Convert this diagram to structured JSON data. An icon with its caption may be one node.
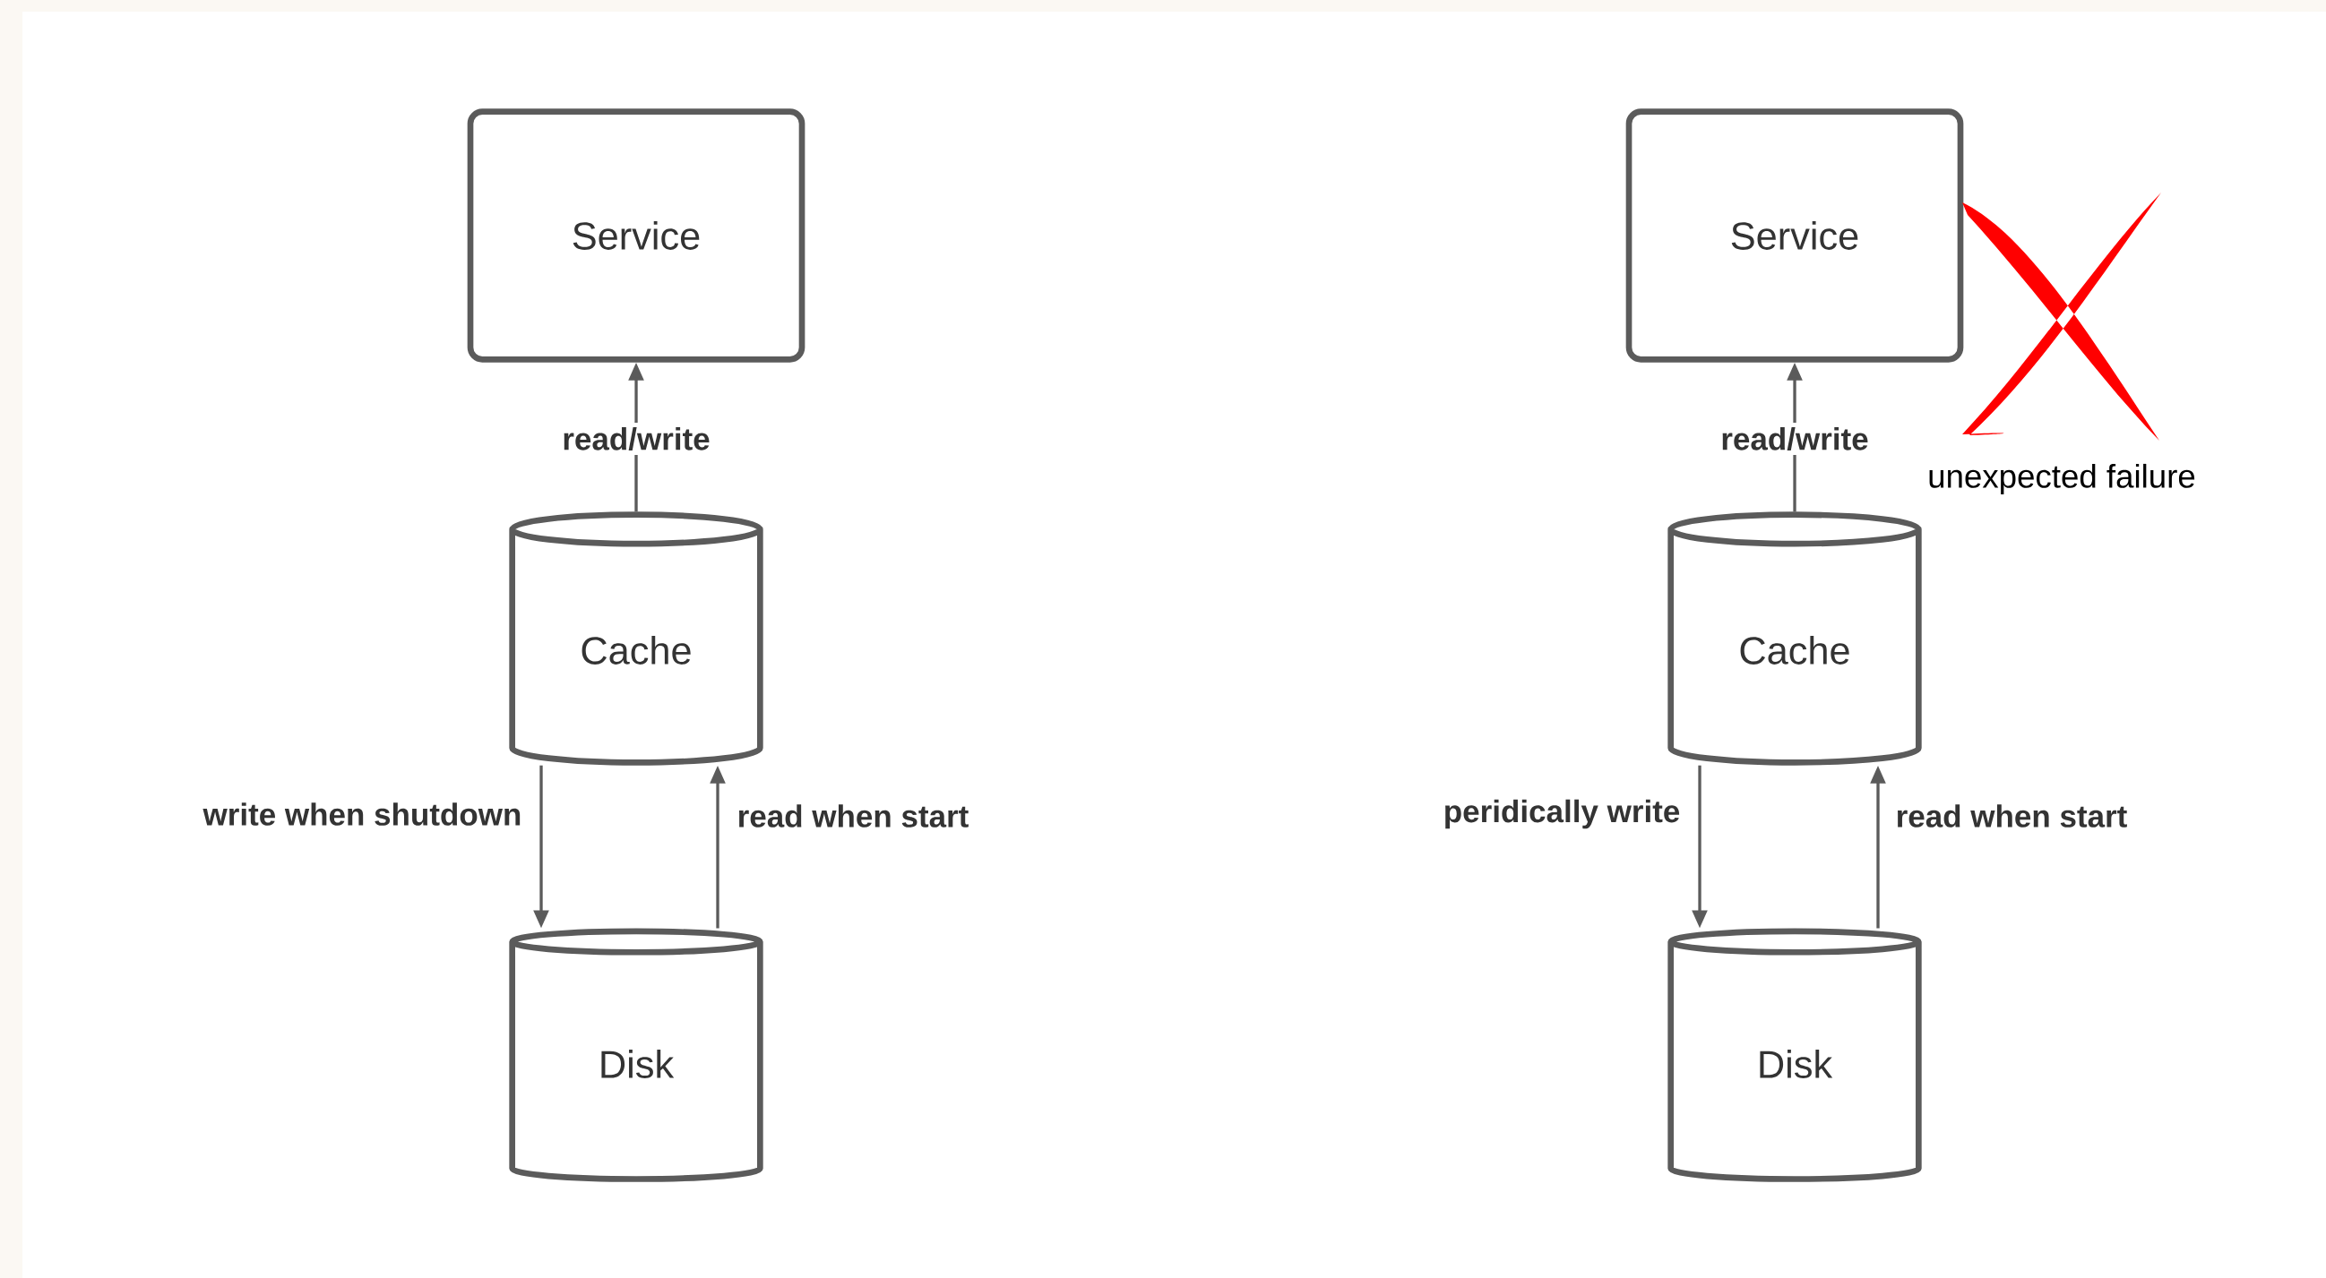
{
  "diagram": {
    "nodes": [
      {
        "text": [
          "Service"
        ]
      },
      {
        "text": [
          "Cache"
        ]
      },
      {
        "text": [
          "Disk"
        ]
      },
      {
        "text": [
          "Service"
        ]
      },
      {
        "text": [
          "Cache"
        ]
      },
      {
        "text": [
          "Disk"
        ]
      }
    ],
    "edges": [
      {
        "from": 1,
        "to": 0,
        "arrow": "to",
        "label": "read/write"
      },
      {
        "from": 1,
        "to": 2,
        "arrow": "to",
        "label": "write when shutdown"
      },
      {
        "from": 2,
        "to": 1,
        "arrow": "to",
        "label": "read when start"
      },
      {
        "from": 4,
        "to": 3,
        "arrow": "to",
        "label": "read/write"
      },
      {
        "from": 4,
        "to": 5,
        "arrow": "to",
        "label": "peridically write"
      },
      {
        "from": 5,
        "to": 4,
        "arrow": "to",
        "label": "read when start"
      }
    ],
    "labels": [
      "unexpected failure"
    ]
  }
}
